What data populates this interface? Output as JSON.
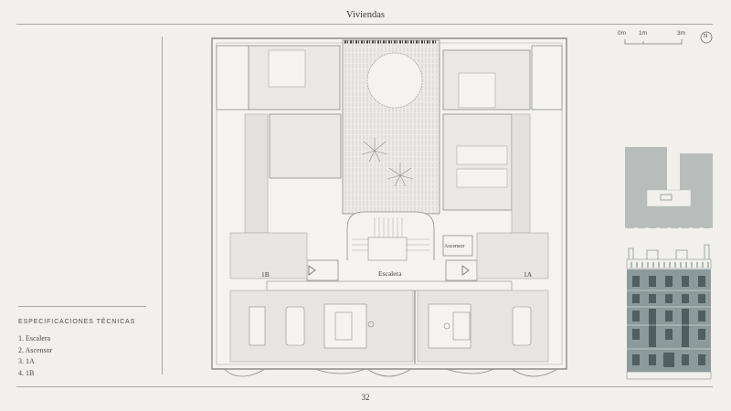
{
  "header": {
    "title": "Viviendas"
  },
  "footer": {
    "page_number": "32"
  },
  "specs": {
    "heading": "ESPECIFICACIONES TÉCNICAS",
    "items": [
      {
        "label": "1. Escalera"
      },
      {
        "label": "2. Ascensor"
      },
      {
        "label": "3. 1A"
      },
      {
        "label": "4. 1B"
      }
    ]
  },
  "scale_bar": {
    "ticks": [
      "0m",
      "1m",
      "3m"
    ],
    "north_label": "N"
  },
  "floor_plan": {
    "labels": {
      "unit_left": "1B",
      "unit_right": "1A",
      "stair": "Escalera",
      "elevator": "Ascensor"
    }
  },
  "colors": {
    "background": "#f1f0ec",
    "line": "#a9a8a3",
    "wall": "#8d8c87",
    "room_fill": "#e6e5e1",
    "keyplan_fill": "#b8bcba",
    "facade": "#6f7f80"
  }
}
